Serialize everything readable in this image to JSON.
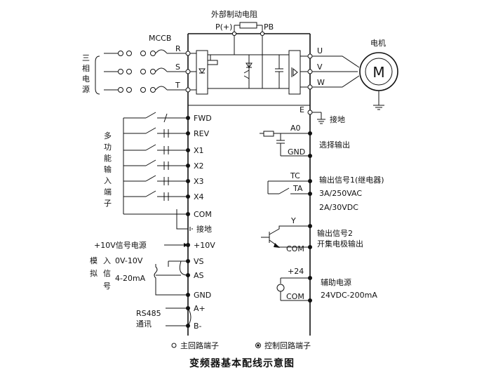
{
  "title": "变频器基本配线示意图",
  "brake_resistor": {
    "label": "外部制动电阻",
    "p_terminal": "P(+)",
    "pb_terminal": "PB"
  },
  "breaker": {
    "label": "MCCB"
  },
  "power_source": {
    "label": [
      "三",
      "相",
      "电",
      "源"
    ]
  },
  "main_inputs": [
    "R",
    "S",
    "T"
  ],
  "motor": {
    "label": "电机",
    "symbol": "M"
  },
  "main_outputs": [
    "U",
    "V",
    "W",
    "E"
  ],
  "ground_label": "接地",
  "multi_input": {
    "label": [
      "多",
      "功",
      "能",
      "输",
      "入",
      "端",
      "子"
    ],
    "terminals": [
      "FWD",
      "REV",
      "X1",
      "X2",
      "X3",
      "X4",
      "COM"
    ]
  },
  "shield_ground": "接地",
  "ref_supply": {
    "label": "+10V信号电源",
    "terminal": "+10V"
  },
  "analog_input": {
    "label_left": [
      "模",
      "拟"
    ],
    "label_mid": [
      "入",
      "信",
      "号"
    ],
    "range_v": "0V-10V",
    "range_i": "4-20mA",
    "terminals": [
      "VS",
      "AS",
      "GND"
    ]
  },
  "rs485": {
    "label": [
      "RS485",
      "通讯"
    ],
    "terminals": [
      "A+",
      "B-"
    ]
  },
  "analog_output": {
    "terminals": [
      "A0",
      "GND"
    ],
    "label": "选择输出"
  },
  "relay_output": {
    "terminals": [
      "TC",
      "TA"
    ],
    "label": "输出信号1(继电器)",
    "rating_ac": "3A/250VAC",
    "rating_dc": "2A/30VDC"
  },
  "oc_output": {
    "terminals": [
      "Y",
      "COM"
    ],
    "label": [
      "输出信号2",
      "开集电极输出"
    ]
  },
  "aux_supply": {
    "terminals": [
      "+24",
      "COM"
    ],
    "label": "辅助电源",
    "rating": "24VDC-200mA"
  },
  "legend": {
    "main": "主回路端子",
    "control": "控制回路端子"
  }
}
